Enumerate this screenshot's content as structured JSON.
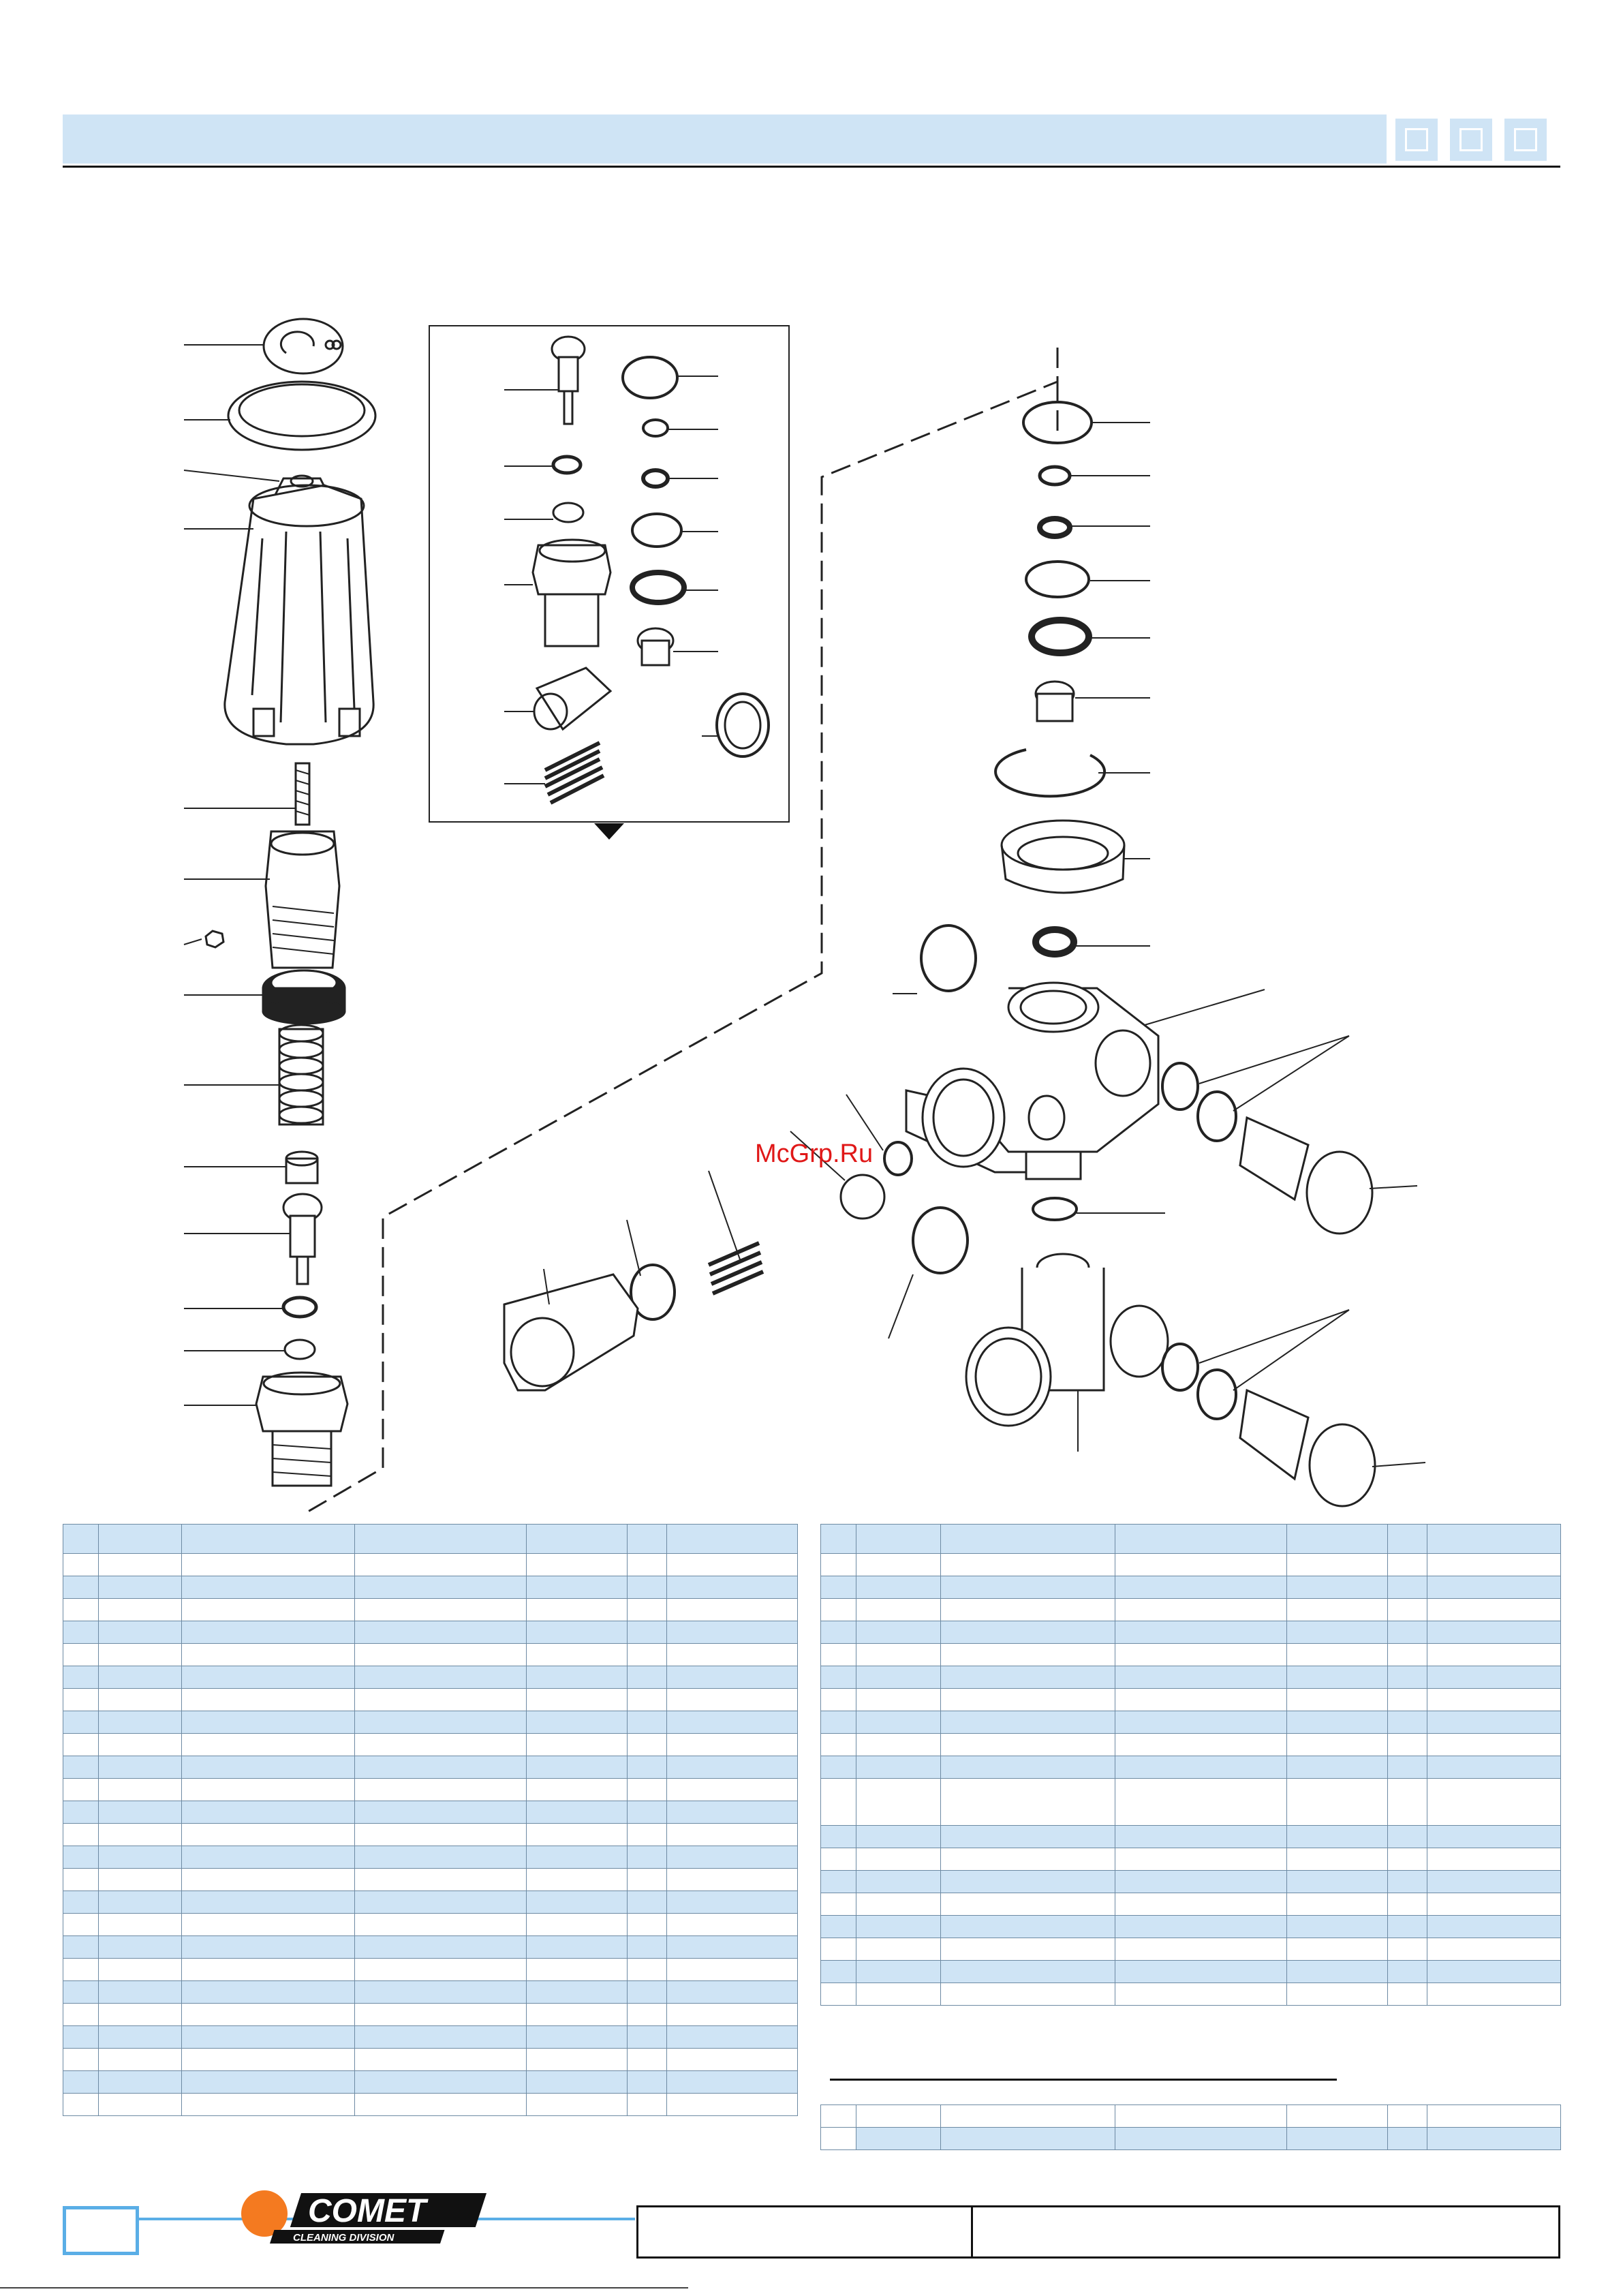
{
  "header": {
    "squares": 3
  },
  "watermark": "McGrp.Ru",
  "logo": {
    "brand": "COMET",
    "division": "CLEANING DIVISION",
    "brand_color": "#f47a20"
  },
  "colors": {
    "accent": "#cfe4f5",
    "rule": "#5aaee6"
  },
  "left_table": {
    "columns": 7,
    "rows": 26
  },
  "right_table": {
    "columns": 7,
    "rows": 20
  },
  "spare_table": {
    "columns": 7,
    "rows": 2
  }
}
